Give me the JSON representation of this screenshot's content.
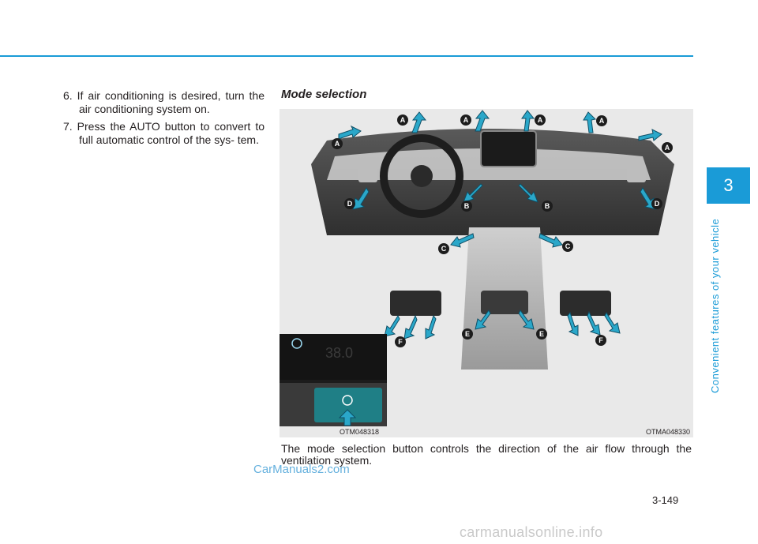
{
  "header": {
    "rule_color": "#1a9bd7"
  },
  "sidebar": {
    "chapter_number": "3",
    "chapter_title": "Convenient features of your vehicle",
    "accent_color": "#1a9bd7"
  },
  "steps": [
    "6. If air conditioning is desired, turn the air conditioning system on.",
    "7. Press the AUTO button to convert to full automatic control of the sys- tem."
  ],
  "section": {
    "title": "Mode selection"
  },
  "figure": {
    "labels": [
      "A",
      "B",
      "C",
      "D",
      "E",
      "F"
    ],
    "inset_caption": "OTM048318",
    "main_caption": "OTMA048330",
    "inset_display_text": "38.0"
  },
  "body_text": "The mode selection button controls the direction of the air flow through the ventilation system.",
  "watermark": "CarManuals2.com",
  "page_number": "3-149",
  "footer_watermark": "carmanualsonline.info"
}
